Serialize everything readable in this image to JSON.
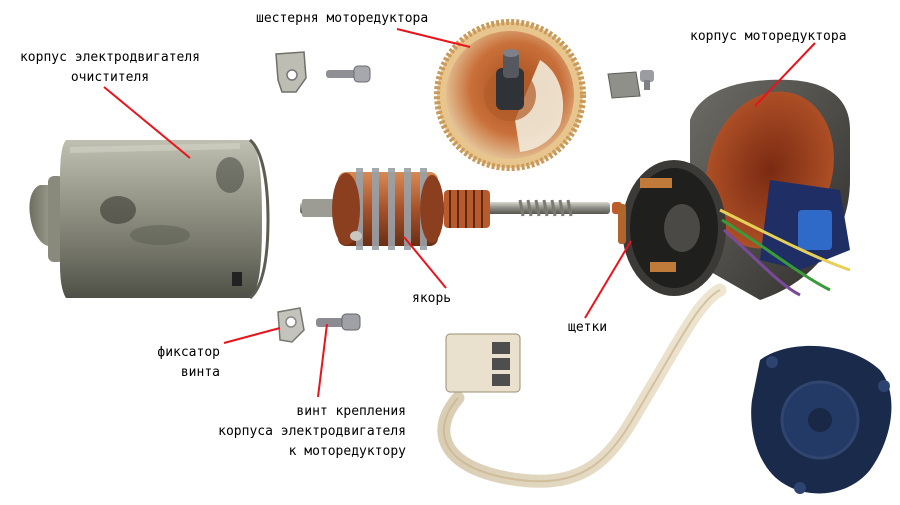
{
  "labels": {
    "motor_housing": [
      "корпус электродвигателя",
      "очистителя"
    ],
    "gear": "шестерня моторедуктора",
    "reducer_housing": "корпус моторедуктора",
    "armature": "якорь",
    "brushes": "щетки",
    "screw_lock": [
      "фиксатор",
      "винта"
    ],
    "mount_screw": [
      "винт крепления",
      "корпуса электродвигателя",
      "к моторедуктору"
    ]
  },
  "colors": {
    "leader_line": "#e8141c",
    "text": "#000000",
    "background": "#ffffff"
  }
}
